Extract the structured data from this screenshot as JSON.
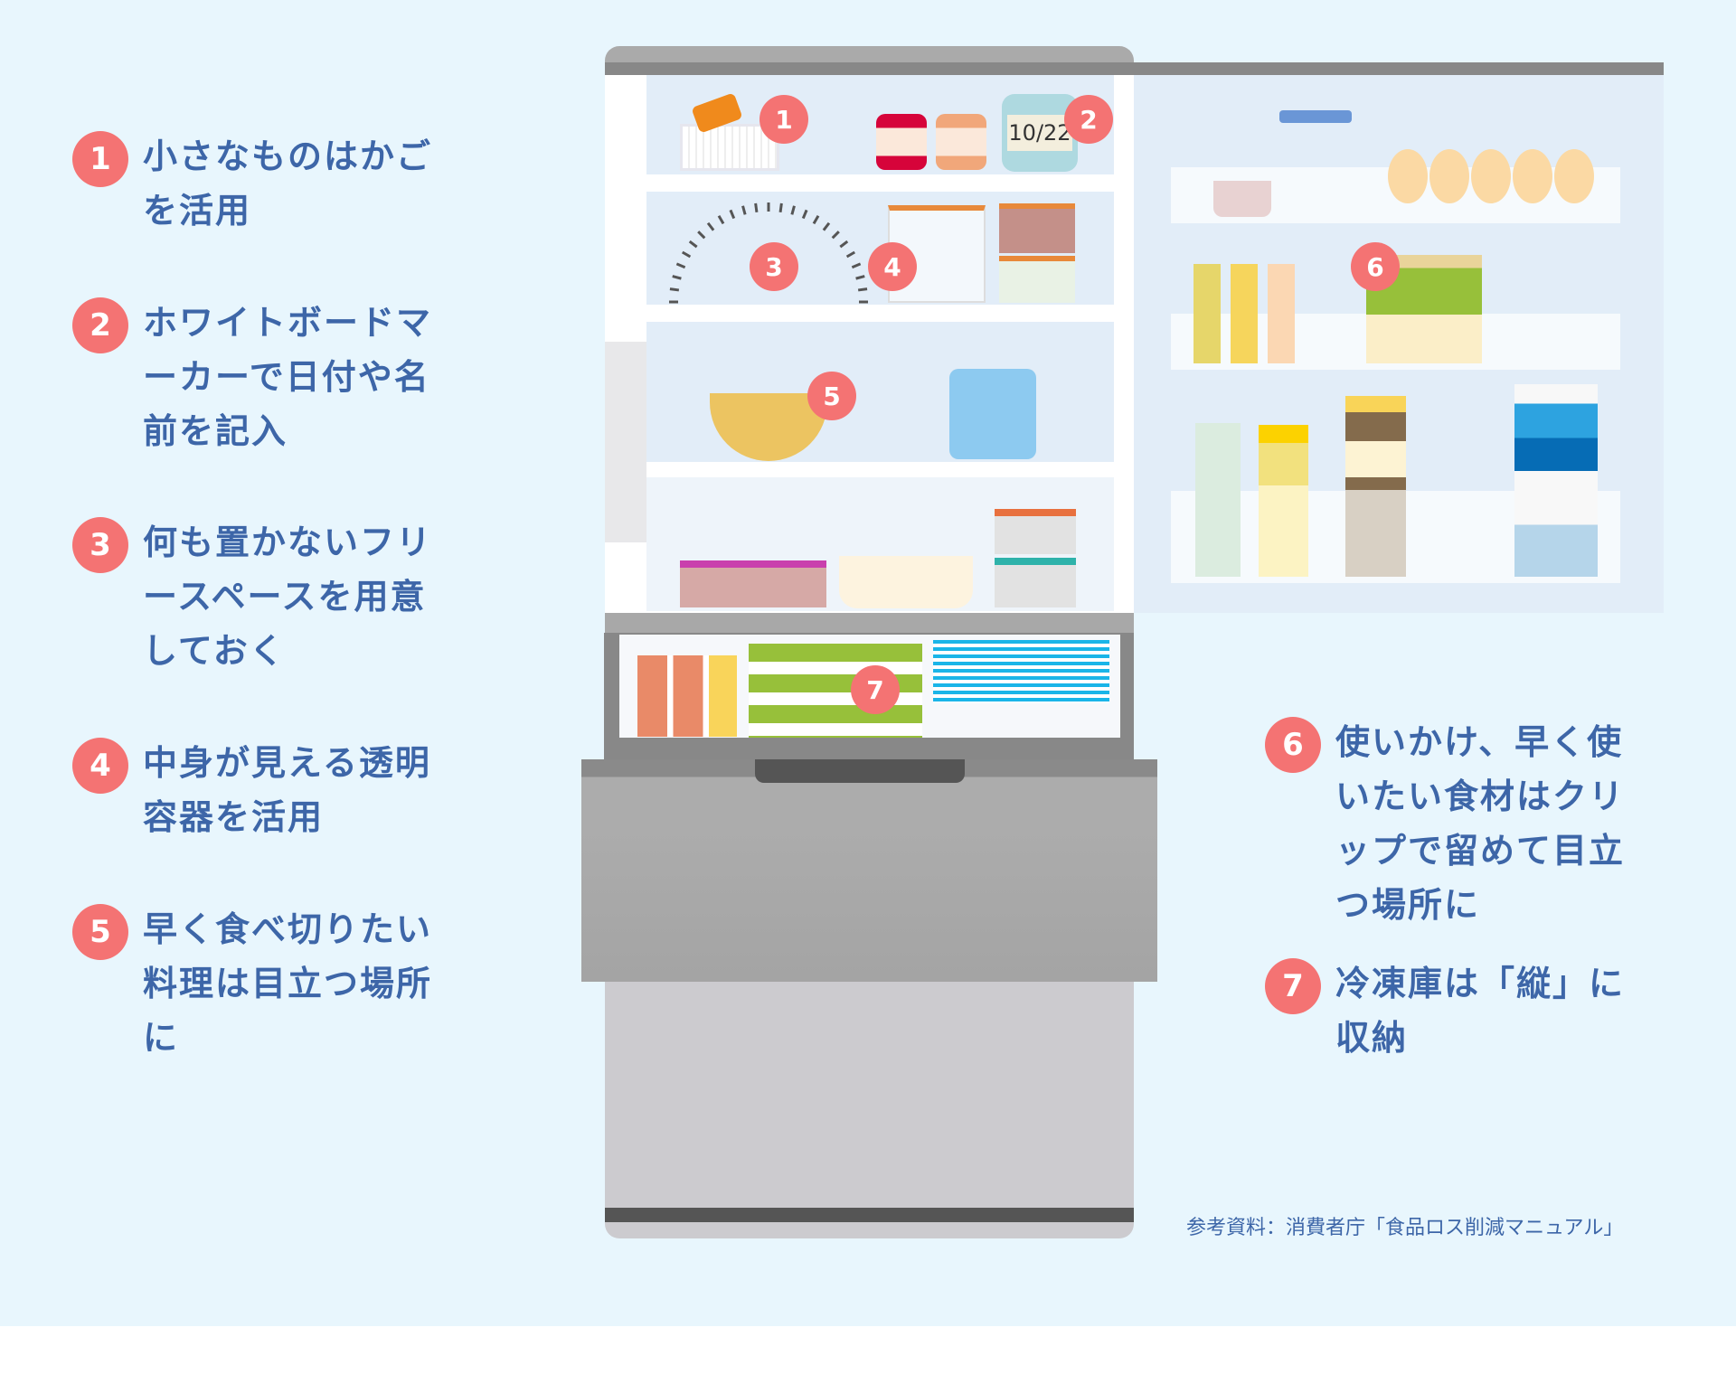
{
  "tips_left": [
    {
      "num": "1",
      "text": "小さなものはかごを活用",
      "lines": [
        "小さなものはかご",
        "を活用"
      ]
    },
    {
      "num": "2",
      "lines": [
        "ホワイトボードマ",
        "ーカーで日付や名",
        "前を記入"
      ]
    },
    {
      "num": "3",
      "lines": [
        "何も置かないフリ",
        "ースペースを用意",
        "しておく"
      ]
    },
    {
      "num": "4",
      "lines": [
        "中身が見える透明",
        "容器を活用"
      ]
    },
    {
      "num": "5",
      "lines": [
        "早く食べ切りたい",
        "料理は目立つ場所",
        "に"
      ]
    }
  ],
  "tips_right": [
    {
      "num": "6",
      "lines": [
        "使いかけ、早く使",
        "いたい食材はクリ",
        "ップで留めて目立",
        "つ場所に"
      ]
    },
    {
      "num": "7",
      "lines": [
        "冷凍庫は「縦」に",
        "収納"
      ]
    }
  ],
  "fridge": {
    "jar_label": "10/22",
    "badges": [
      "1",
      "2",
      "3",
      "4",
      "5",
      "6",
      "7"
    ]
  },
  "source": "参考資料：消費者庁「食品ロス削減マニュアル」",
  "colors": {
    "background": "#e8f6fd",
    "accent": "#f47373",
    "text": "#3d66a8"
  }
}
